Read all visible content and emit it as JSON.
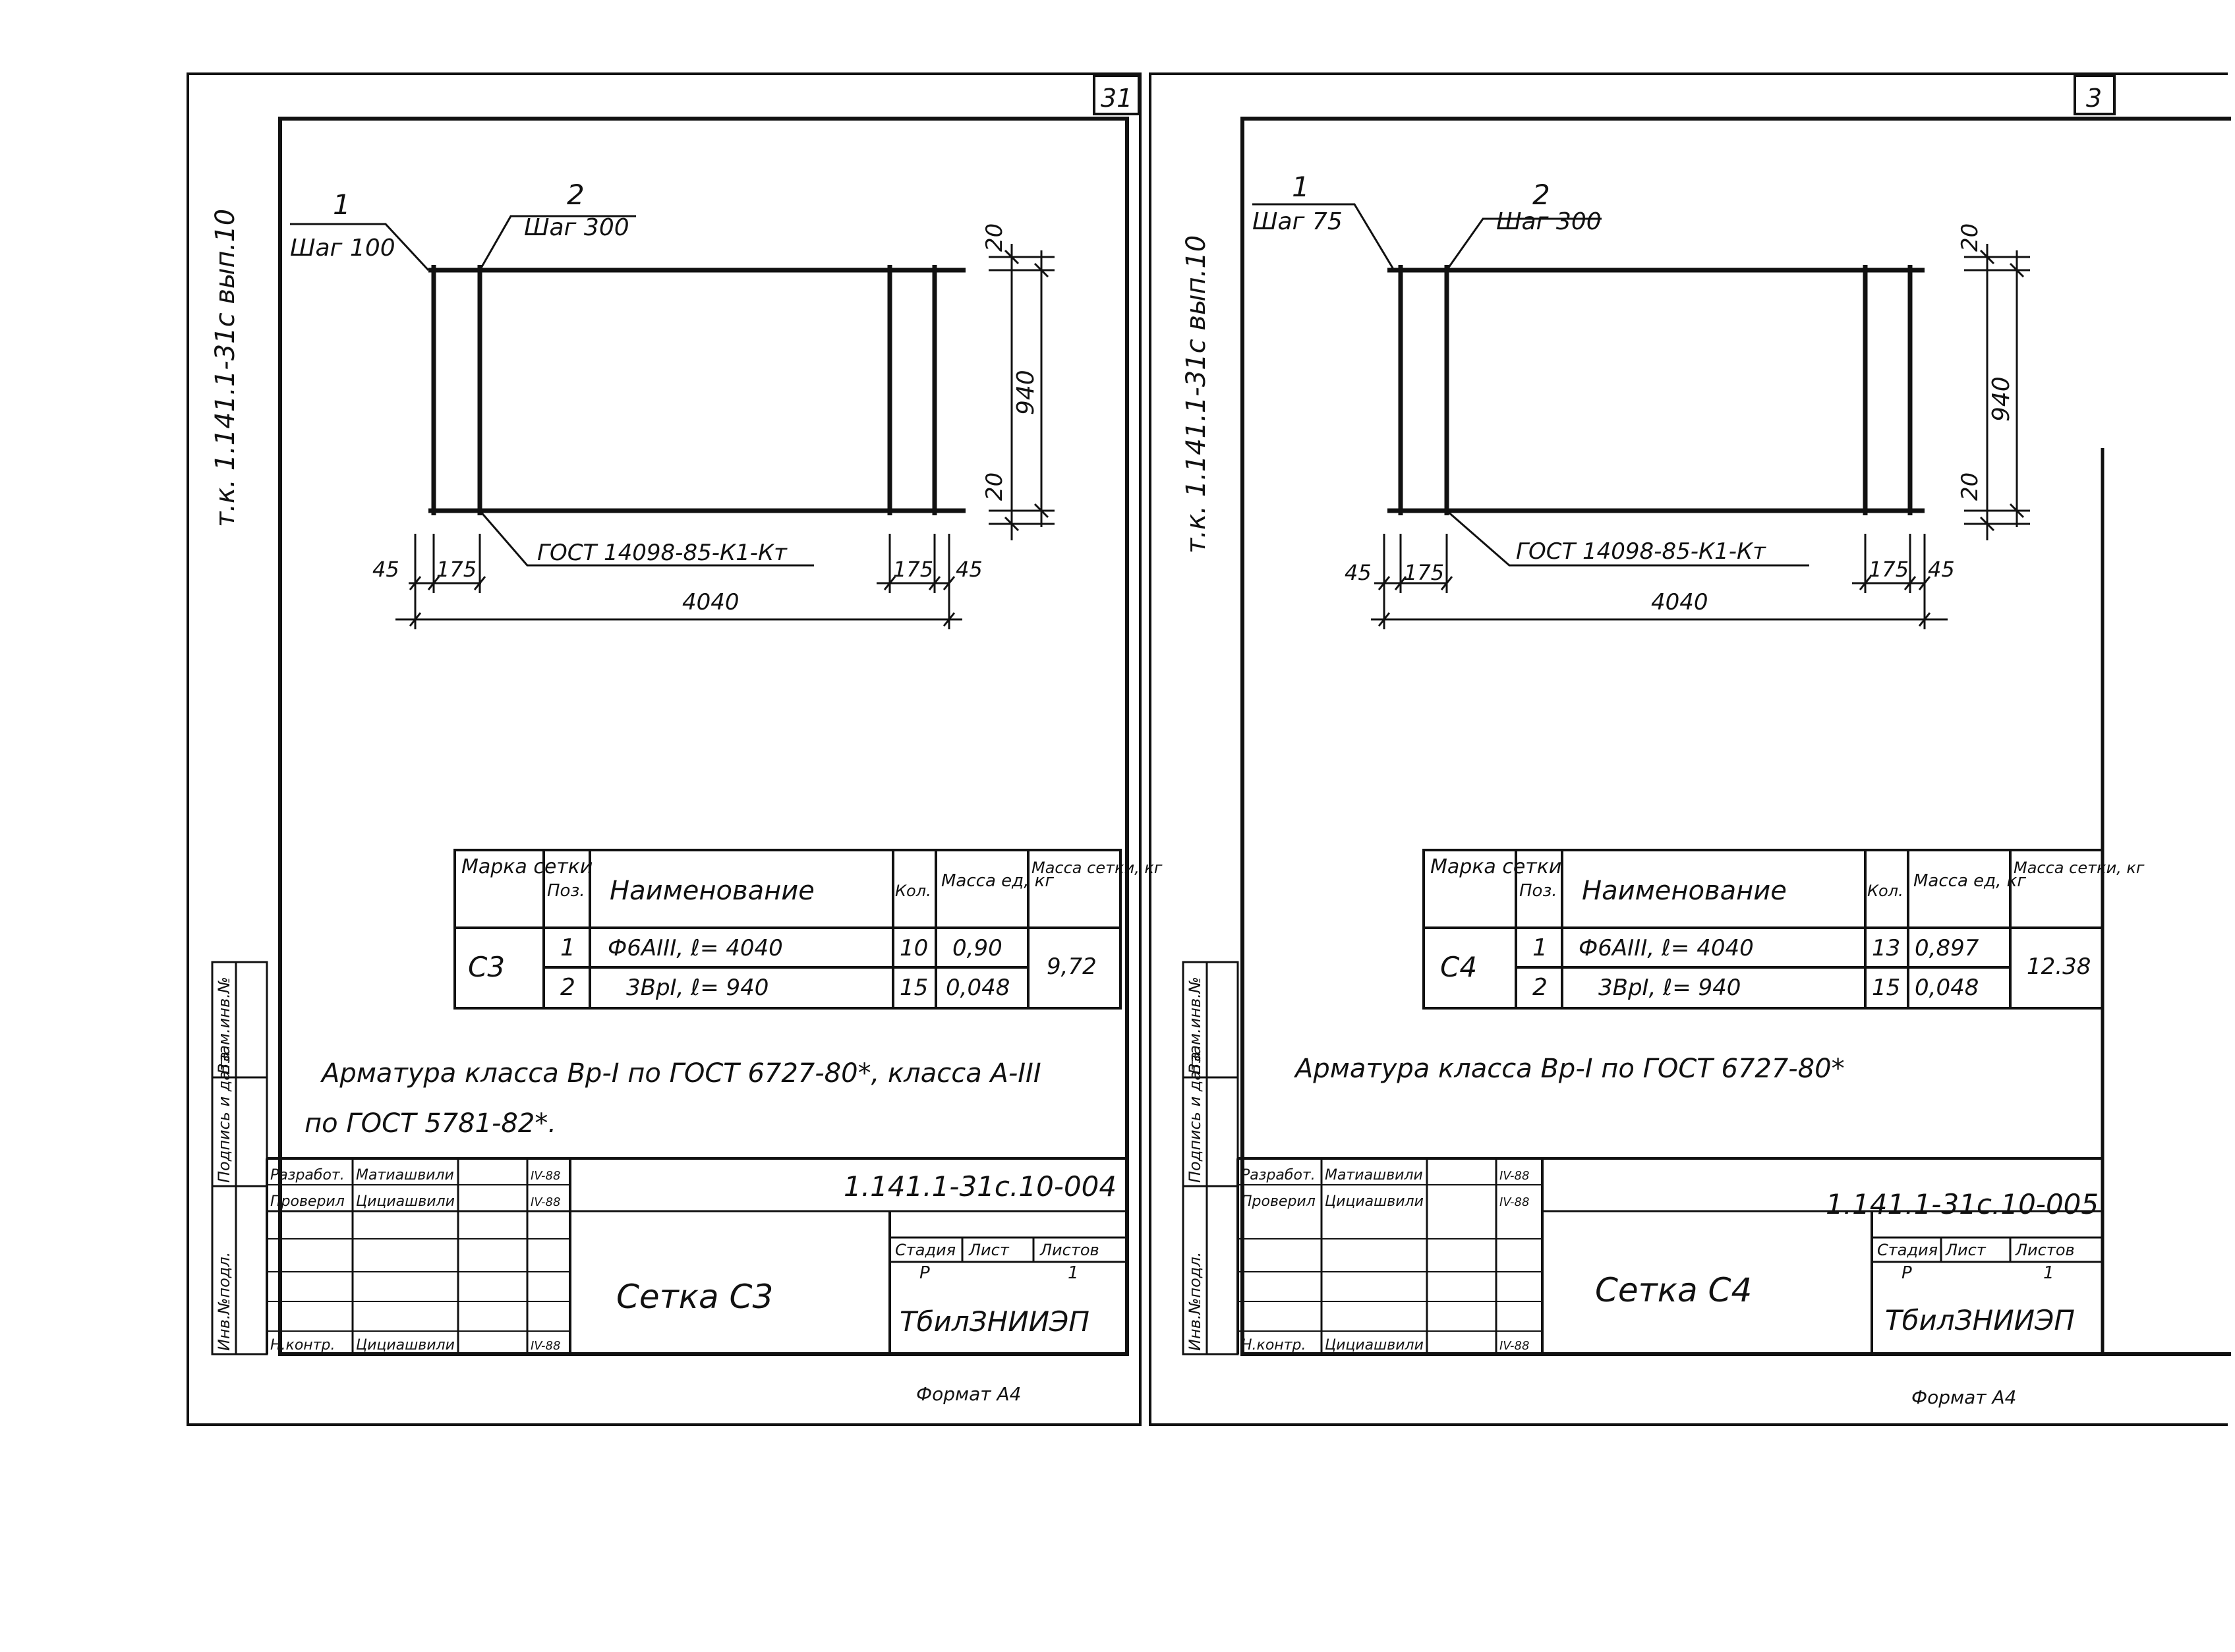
{
  "sheets": [
    {
      "page_number": "31",
      "margin_code": "т.к. 1.141.1-31с вып.10",
      "pos1_label": "1",
      "pos1_step": "Шаг 100",
      "pos2_label": "2",
      "pos2_step": "Шаг 300",
      "dim_top": "20",
      "dim_height": "940",
      "dim_bottom": "20",
      "dim_left_edge": "45",
      "dim_left_step": "175",
      "dim_right_step": "175",
      "dim_right_edge": "45",
      "dim_length": "4040",
      "gost_callout": "ГОСТ 14098-85-К1-Кт",
      "table": {
        "headers": [
          "Марка сетки",
          "Поз.",
          "Наименование",
          "Кол.",
          "Масса ед, кг",
          "Масса сетки, кг"
        ],
        "mark": "С3",
        "total_mass": "9,72",
        "rows": [
          {
            "pos": "1",
            "name": "Ф6АIII,   ℓ= 4040",
            "qty": "10",
            "unit_mass": "0,90"
          },
          {
            "pos": "2",
            "name": "3ВрI,   ℓ= 940",
            "qty": "15",
            "unit_mass": "0,048"
          }
        ]
      },
      "note_line1": "Арматура класса Вр-I по ГОСТ 6727-80*, класса А-III",
      "note_line2": "по ГОСТ 5781-82*.",
      "side_stamp": [
        "Инв.№подл.",
        "Подпись и дата",
        "Взам.инв.№"
      ],
      "title_block": {
        "doc_code": "1.141.1-31с.10-004",
        "title": "Сетка С3",
        "org": "ТбилЗНИИЭП",
        "roles": [
          {
            "role": "Разработ.",
            "name": "Матиашвили",
            "date": "IV-88"
          },
          {
            "role": "Проверил",
            "name": "Цициашвили",
            "date": "IV-88"
          },
          {
            "role": "Н.контр.",
            "name": "Цициашвили",
            "date": "IV-88"
          }
        ],
        "stage_header": "Стадия",
        "sheet_header": "Лист",
        "sheets_header": "Листов",
        "stage": "Р",
        "sheets_count": "1"
      },
      "format": "Формат А4"
    },
    {
      "page_number": "3",
      "margin_code": "т.к. 1.141.1-31с вып.10",
      "pos1_label": "1",
      "pos1_step": "Шаг 75",
      "pos2_label": "2",
      "pos2_step": "Шаг 300",
      "dim_top": "20",
      "dim_height": "940",
      "dim_bottom": "20",
      "dim_left_edge": "45",
      "dim_left_step": "175",
      "dim_right_step": "175",
      "dim_right_edge": "45",
      "dim_length": "4040",
      "gost_callout": "ГОСТ 14098-85-К1-Кт",
      "table": {
        "headers": [
          "Марка сетки",
          "Поз.",
          "Наименование",
          "Кол.",
          "Масса ед, кг",
          "Масса сетки, кг"
        ],
        "mark": "С4",
        "total_mass": "12.38",
        "rows": [
          {
            "pos": "1",
            "name": "Ф6АIII,   ℓ= 4040",
            "qty": "13",
            "unit_mass": "0,897"
          },
          {
            "pos": "2",
            "name": "3ВрI,   ℓ= 940",
            "qty": "15",
            "unit_mass": "0,048"
          }
        ]
      },
      "note_line1": "Арматура класса Вр-I по ГОСТ 6727-80*",
      "note_line2": "",
      "side_stamp": [
        "Инв.№подл.",
        "Подпись и дата",
        "Взам.инв.№"
      ],
      "title_block": {
        "doc_code": "1.141.1-31с.10-005",
        "title": "Сетка С4",
        "org": "ТбилЗНИИЭП",
        "roles": [
          {
            "role": "Разработ.",
            "name": "Матиашвили",
            "date": "IV-88"
          },
          {
            "role": "Проверил",
            "name": "Цициашвили",
            "date": "IV-88"
          },
          {
            "role": "Н.контр.",
            "name": "Цициашвили",
            "date": "IV-88"
          }
        ],
        "stage_header": "Стадия",
        "sheet_header": "Лист",
        "sheets_header": "Листов",
        "stage": "Р",
        "sheets_count": "1"
      },
      "format": "Формат А4"
    }
  ]
}
